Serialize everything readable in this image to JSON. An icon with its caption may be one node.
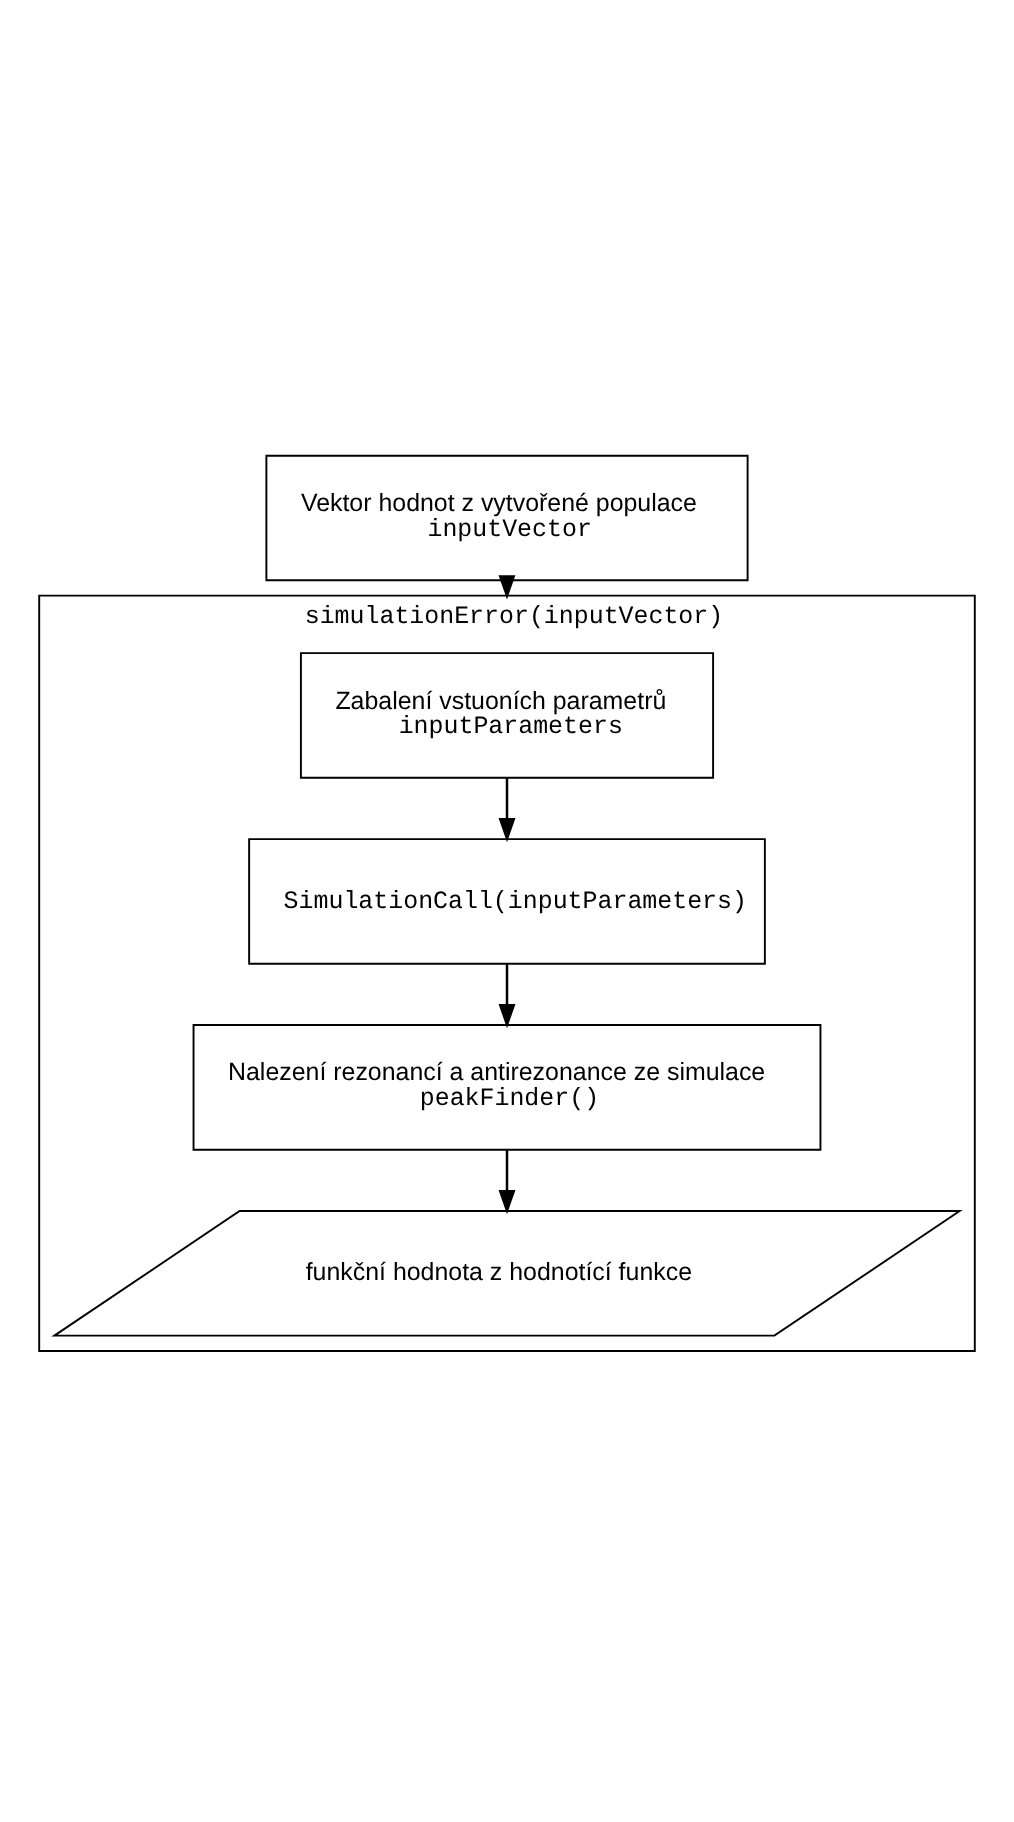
{
  "diagram": {
    "nodes": [
      {
        "text": [
          "Vektor hodnot z vytvořené populace",
          "inputVector"
        ]
      },
      {
        "text": [
          "simulationError(inputVector)"
        ]
      },
      {
        "text": [
          "Zabalení vstuoních parametrů",
          "inputParameters"
        ],
        "in": 1
      },
      {
        "text": [
          "SimulationCall(inputParameters)"
        ],
        "in": 1
      },
      {
        "text": [
          "Nalezení rezonancí a antirezonance ze simulace",
          "peakFinder()"
        ],
        "in": 1
      },
      {
        "text": [
          "funkční hodnota z hodnotící funkce"
        ],
        "in": 1
      }
    ],
    "edges": [
      {
        "from": 0,
        "to": 1,
        "arrow": "to"
      },
      {
        "from": 2,
        "to": 3,
        "arrow": "to"
      },
      {
        "from": 3,
        "to": 4,
        "arrow": "to"
      },
      {
        "from": 4,
        "to": 5,
        "arrow": "to"
      }
    ]
  }
}
